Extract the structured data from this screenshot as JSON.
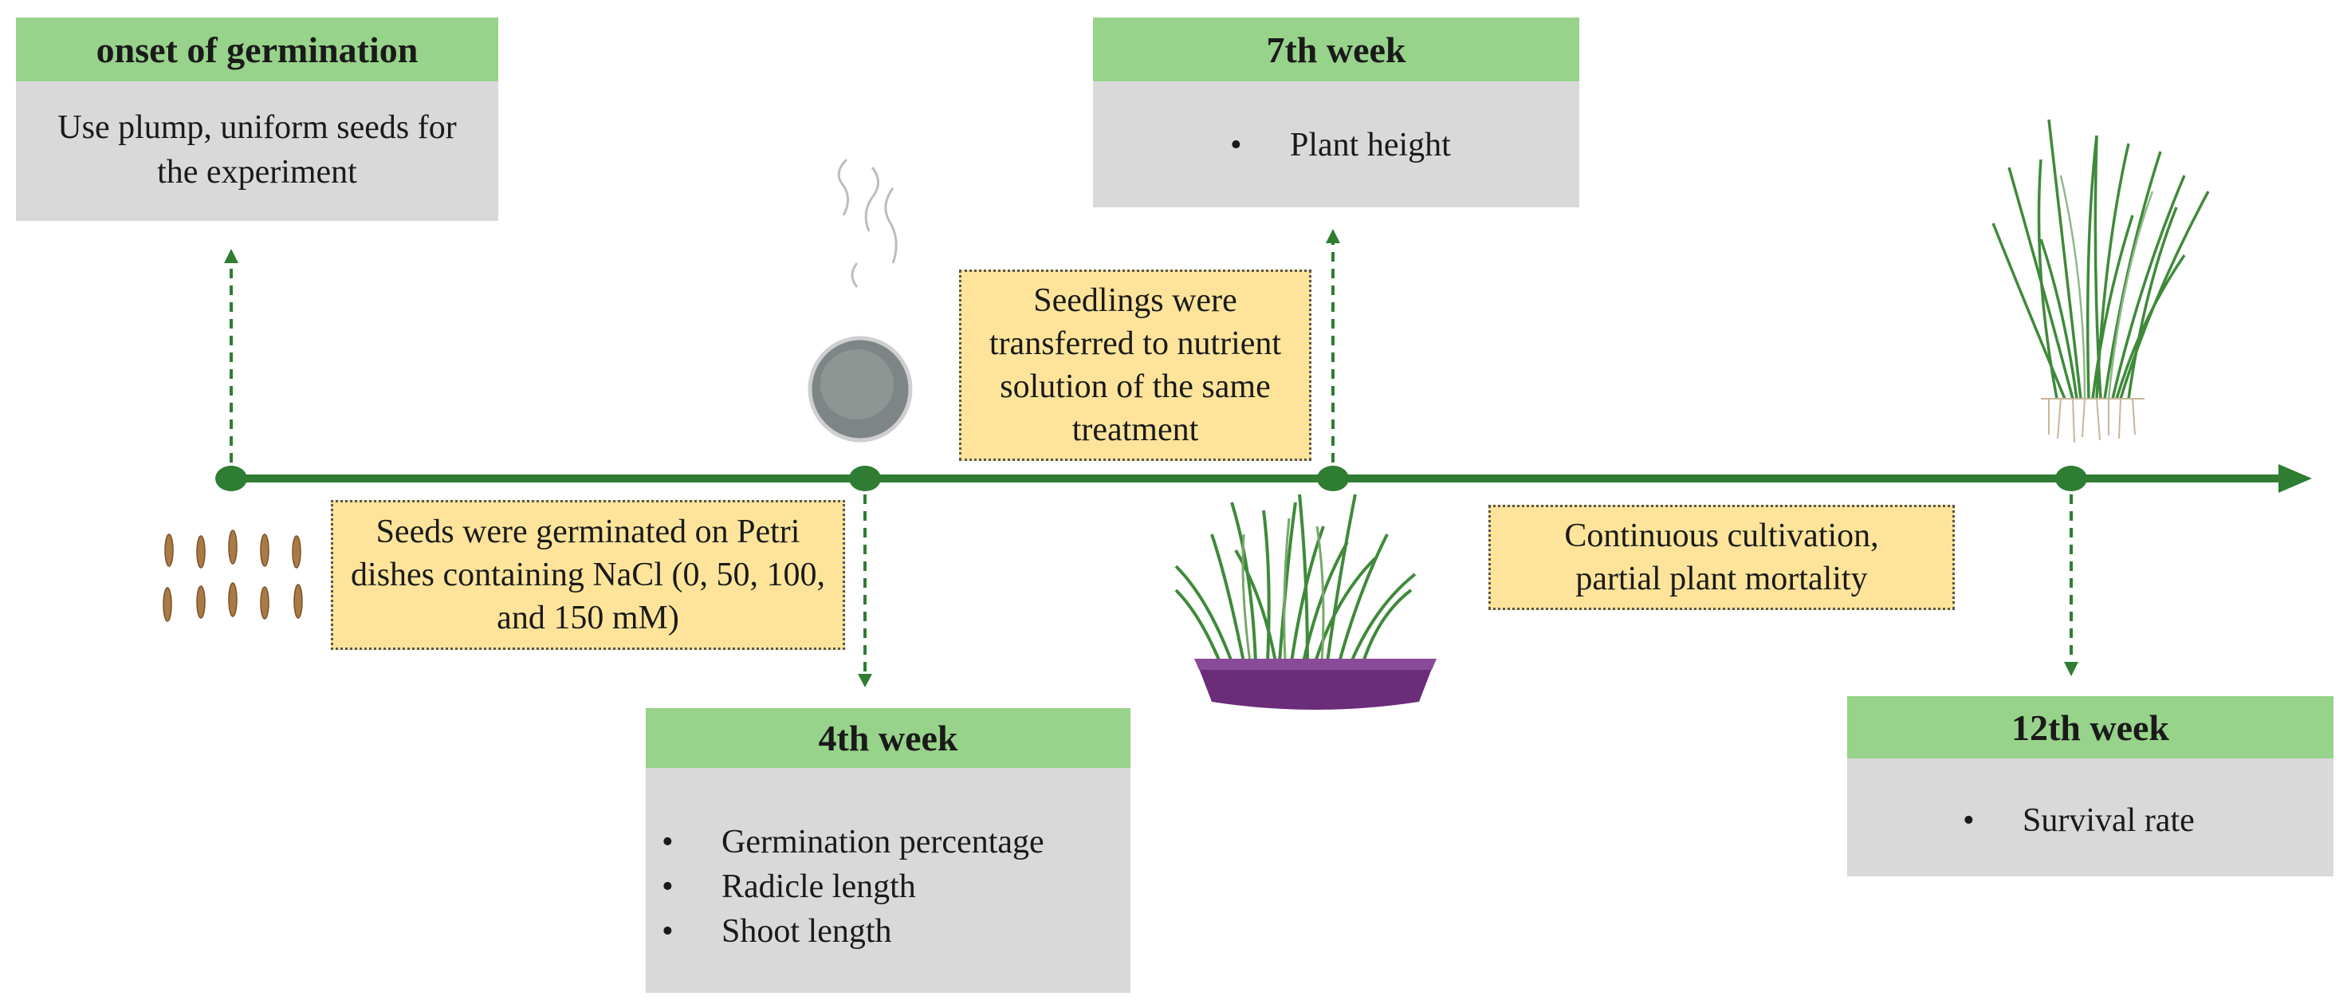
{
  "stages": {
    "onset": {
      "title": "onset of germination",
      "text": "Use plump, uniform seeds for the experiment"
    },
    "week4": {
      "title": "4th week",
      "items": [
        "Germination percentage",
        "Radicle length",
        "Shoot length"
      ]
    },
    "week7": {
      "title": "7th week",
      "items": [
        "Plant height"
      ]
    },
    "week12": {
      "title": "12th week",
      "items": [
        "Survival rate"
      ]
    }
  },
  "notes": {
    "germinated": "Seeds were germinated on Petri dishes containing NaCl (0, 50, 100, and 150 mM)",
    "transferred": "Seedlings were transferred to nutrient solution of the same treatment",
    "cultivation": "Continuous cultivation, partial plant mortality"
  },
  "colors": {
    "timeline": "#2e7d32",
    "header": "#97d38a",
    "body": "#d9d9d9",
    "note": "#fde49a",
    "tray": "#6b2c7a"
  },
  "icons": [
    "seeds-icon",
    "petri-dish-icon",
    "seedling-tray-icon",
    "grass-clump-icon"
  ]
}
